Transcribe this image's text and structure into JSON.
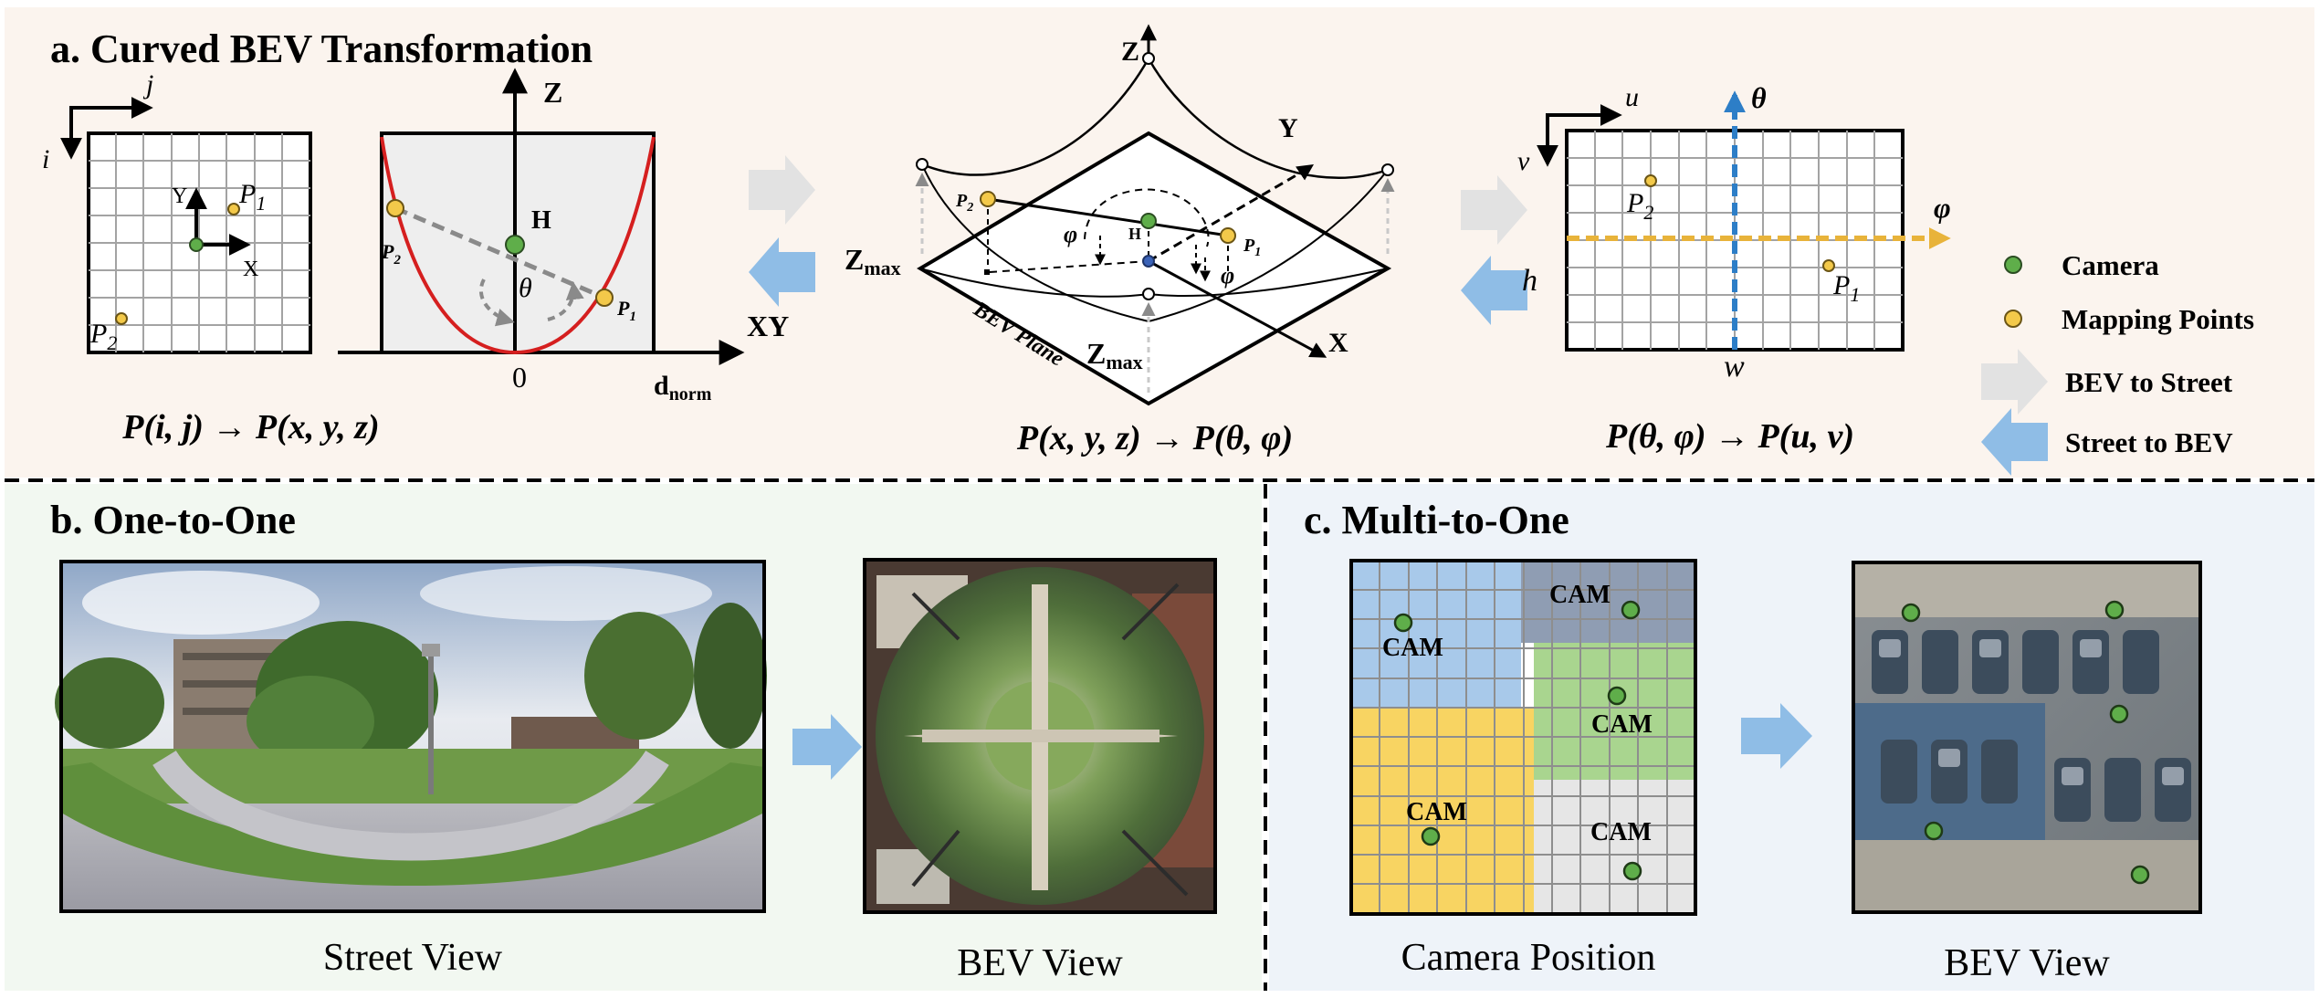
{
  "panel_a": {
    "title": "a. Curved BEV Transformation",
    "grid1": {
      "axis_i": "i",
      "axis_j": "j",
      "axis_x": "X",
      "axis_y": "Y",
      "p1": "P",
      "p1_sub": "1",
      "p2": "P",
      "p2_sub": "2"
    },
    "curve": {
      "axis_z": "Z",
      "axis_xy": "XY",
      "h_label": "H",
      "theta": "θ",
      "zero": "0",
      "dnorm": "d",
      "dnorm_sub": "norm",
      "p1": "P",
      "p1_sub": "1",
      "p2": "P",
      "p2_sub": "2"
    },
    "formula1": "P(i, j) → P(x, y, z)",
    "sphere": {
      "z": "Z",
      "y": "Y",
      "x": "X",
      "h": "H",
      "phi": "φ",
      "phi2": "φ",
      "zmax": "Z",
      "zmax_sub": "max",
      "zmax2": "Z",
      "zmax2_sub": "max",
      "plane": "BEV Plane",
      "p1": "P",
      "p1_sub": "1",
      "p2": "P",
      "p2_sub": "2"
    },
    "formula2": "P(x, y, z) → P(θ, φ)",
    "equirect": {
      "u": "u",
      "v": "v",
      "theta": "θ",
      "phi": "φ",
      "h": "h",
      "w": "w",
      "p1": "P",
      "p1_sub": "1",
      "p2": "P",
      "p2_sub": "2"
    },
    "formula3": "P(θ, φ) → P(u, v)",
    "legend": {
      "camera": "Camera",
      "mapping": "Mapping Points",
      "bev_to_street": "BEV to Street",
      "street_to_bev": "Street to BEV"
    }
  },
  "panel_b": {
    "title": "b. One-to-One",
    "street_caption": "Street View",
    "bev_caption": "BEV View"
  },
  "panel_c": {
    "title": "c. Multi-to-One",
    "cam_label": "CAM",
    "position_caption": "Camera Position",
    "bev_caption": "BEV View"
  },
  "colors": {
    "camera_green": "#5fae4a",
    "mapping_yellow": "#f3c94a",
    "curve_red": "#d51f1f",
    "arrow_blue": "#8fbde6",
    "arrow_gray": "#e2e2e2",
    "dashed_blue": "#2d7ec7",
    "dashed_yellow": "#e8b33a",
    "cam_blue": "#a8c9ea",
    "cam_slate": "#8f9db3",
    "cam_green": "#a9d58f",
    "cam_yellow": "#f8d462",
    "cam_gray": "#e6e6e6"
  }
}
